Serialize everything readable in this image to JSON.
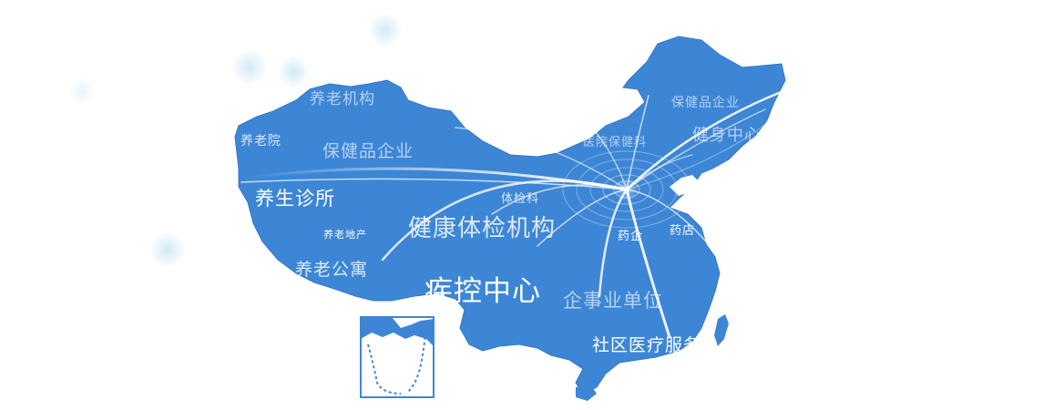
{
  "labels": [
    {
      "key": "l1",
      "text": "养老机构"
    },
    {
      "key": "l2",
      "text": "养老院"
    },
    {
      "key": "l3",
      "text": "保健品企业"
    },
    {
      "key": "l4",
      "text": "养生诊所"
    },
    {
      "key": "l5",
      "text": "养老地产"
    },
    {
      "key": "l6",
      "text": "养老公寓"
    },
    {
      "key": "l7",
      "text": "体检科"
    },
    {
      "key": "l8",
      "text": "健康体检机构"
    },
    {
      "key": "l9",
      "text": "疾控中心"
    },
    {
      "key": "l10",
      "text": "企事业单位"
    },
    {
      "key": "l11",
      "text": "社区医疗服务"
    },
    {
      "key": "l12",
      "text": "医院保健科"
    },
    {
      "key": "l13",
      "text": "保健品企业"
    },
    {
      "key": "l14",
      "text": "健身中心"
    },
    {
      "key": "l15",
      "text": "药企"
    },
    {
      "key": "l16",
      "text": "药店"
    }
  ],
  "colors": {
    "map_fill": "#3d86d6",
    "map_shadow": "#2f6fb8",
    "label_text": "#ffffff",
    "background": "#ffffff"
  }
}
